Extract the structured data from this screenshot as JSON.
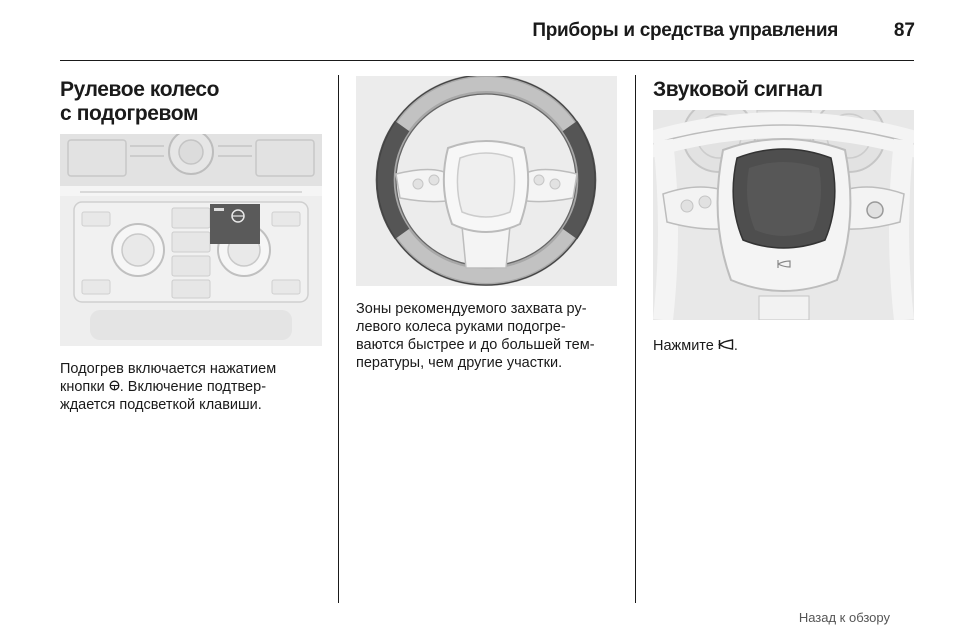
{
  "header": {
    "title": "Приборы и средства управления",
    "page_number": "87"
  },
  "columns": {
    "left": {
      "heading_line1": "Рулевое колесо",
      "heading_line2": "с подогревом",
      "text_line1": "Подогрев включается нажатием",
      "text_line2_before": "кнопки",
      "text_line2_after": ". Включение подтвер-",
      "text_line3": "ждается подсветкой клавиши.",
      "icon": "heated-steering-wheel-icon"
    },
    "middle": {
      "text_line1": "Зоны рекомендуемого захвата ру-",
      "text_line2": "левого колеса руками подогре-",
      "text_line3": "ваются быстрее и до большей тем-",
      "text_line4": "пературы, чем другие участки."
    },
    "right": {
      "heading": "Звуковой сигнал",
      "text_before": "Нажмите",
      "text_after": ".",
      "icon": "horn-icon"
    }
  },
  "footer": {
    "back_link": "Назад к обзору"
  }
}
